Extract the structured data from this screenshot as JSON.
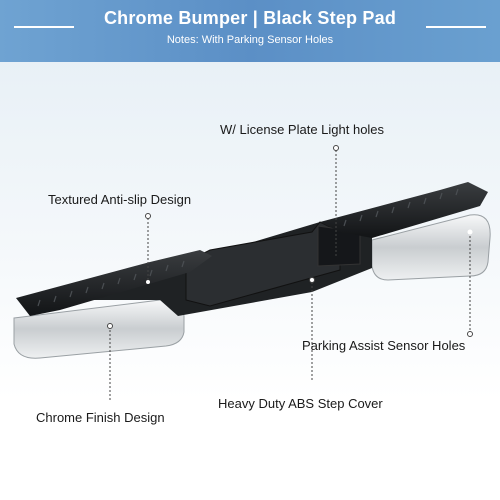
{
  "header": {
    "title": "Chrome Bumper | Black Step Pad",
    "subtitle": "Notes: With Parking Sensor Holes"
  },
  "callouts": {
    "license_plate": "W/ License Plate Light holes",
    "textured": "Textured Anti-slip Design",
    "parking_assist": "Parking Assist Sensor Holes",
    "chrome_finish": "Chrome Finish Design",
    "abs_cover": "Heavy Duty ABS Step Cover"
  },
  "colors": {
    "header_blue": "#5b8fc6",
    "chrome": "#d9dcde",
    "step_pad": "#1c1e20"
  }
}
